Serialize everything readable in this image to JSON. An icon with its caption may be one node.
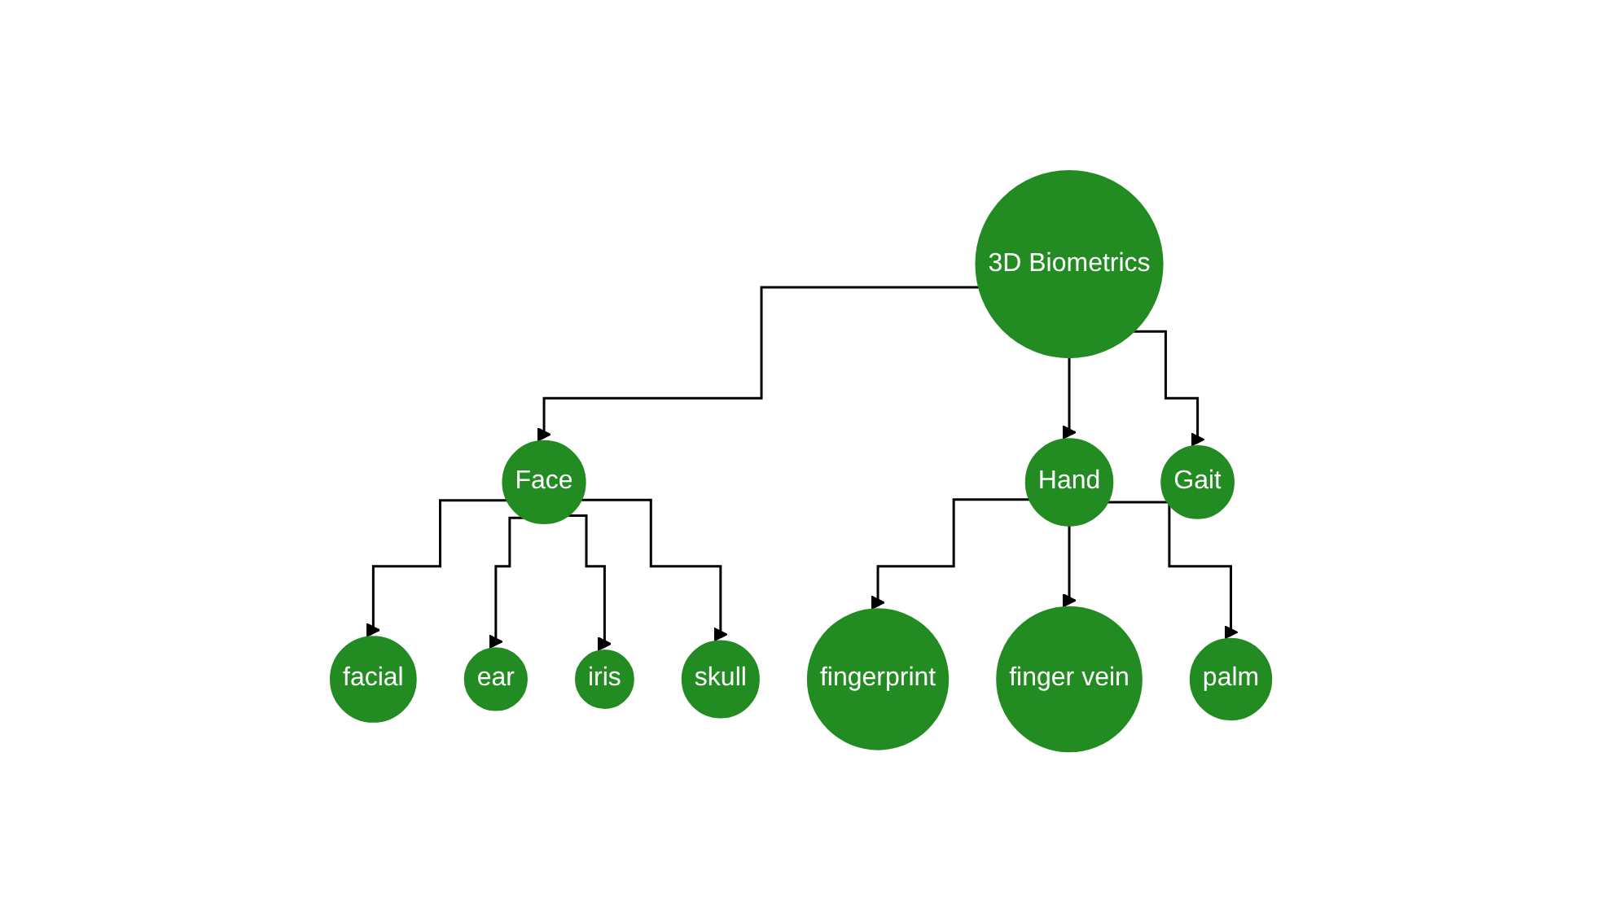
{
  "diagram": {
    "nodes": [
      {
        "text": [
          "3D Biometrics"
        ]
      },
      {
        "text": [
          "Face"
        ]
      },
      {
        "text": [
          "Hand"
        ]
      },
      {
        "text": [
          "Gait"
        ]
      },
      {
        "text": [
          "facial"
        ]
      },
      {
        "text": [
          "ear"
        ]
      },
      {
        "text": [
          "iris"
        ]
      },
      {
        "text": [
          "skull"
        ]
      },
      {
        "text": [
          "fingerprint"
        ]
      },
      {
        "text": [
          "finger vein"
        ]
      },
      {
        "text": [
          "palm"
        ]
      }
    ],
    "edges": [
      {
        "from": 0,
        "to": 1,
        "arrow": "to"
      },
      {
        "from": 0,
        "to": 2,
        "arrow": "to"
      },
      {
        "from": 0,
        "to": 3,
        "arrow": "to"
      },
      {
        "from": 1,
        "to": 4,
        "arrow": "to"
      },
      {
        "from": 1,
        "to": 5,
        "arrow": "to"
      },
      {
        "from": 1,
        "to": 6,
        "arrow": "to"
      },
      {
        "from": 1,
        "to": 7,
        "arrow": "to"
      },
      {
        "from": 2,
        "to": 8,
        "arrow": "to"
      },
      {
        "from": 2,
        "to": 9,
        "arrow": "to"
      },
      {
        "from": 2,
        "to": 10,
        "arrow": "to"
      }
    ]
  }
}
